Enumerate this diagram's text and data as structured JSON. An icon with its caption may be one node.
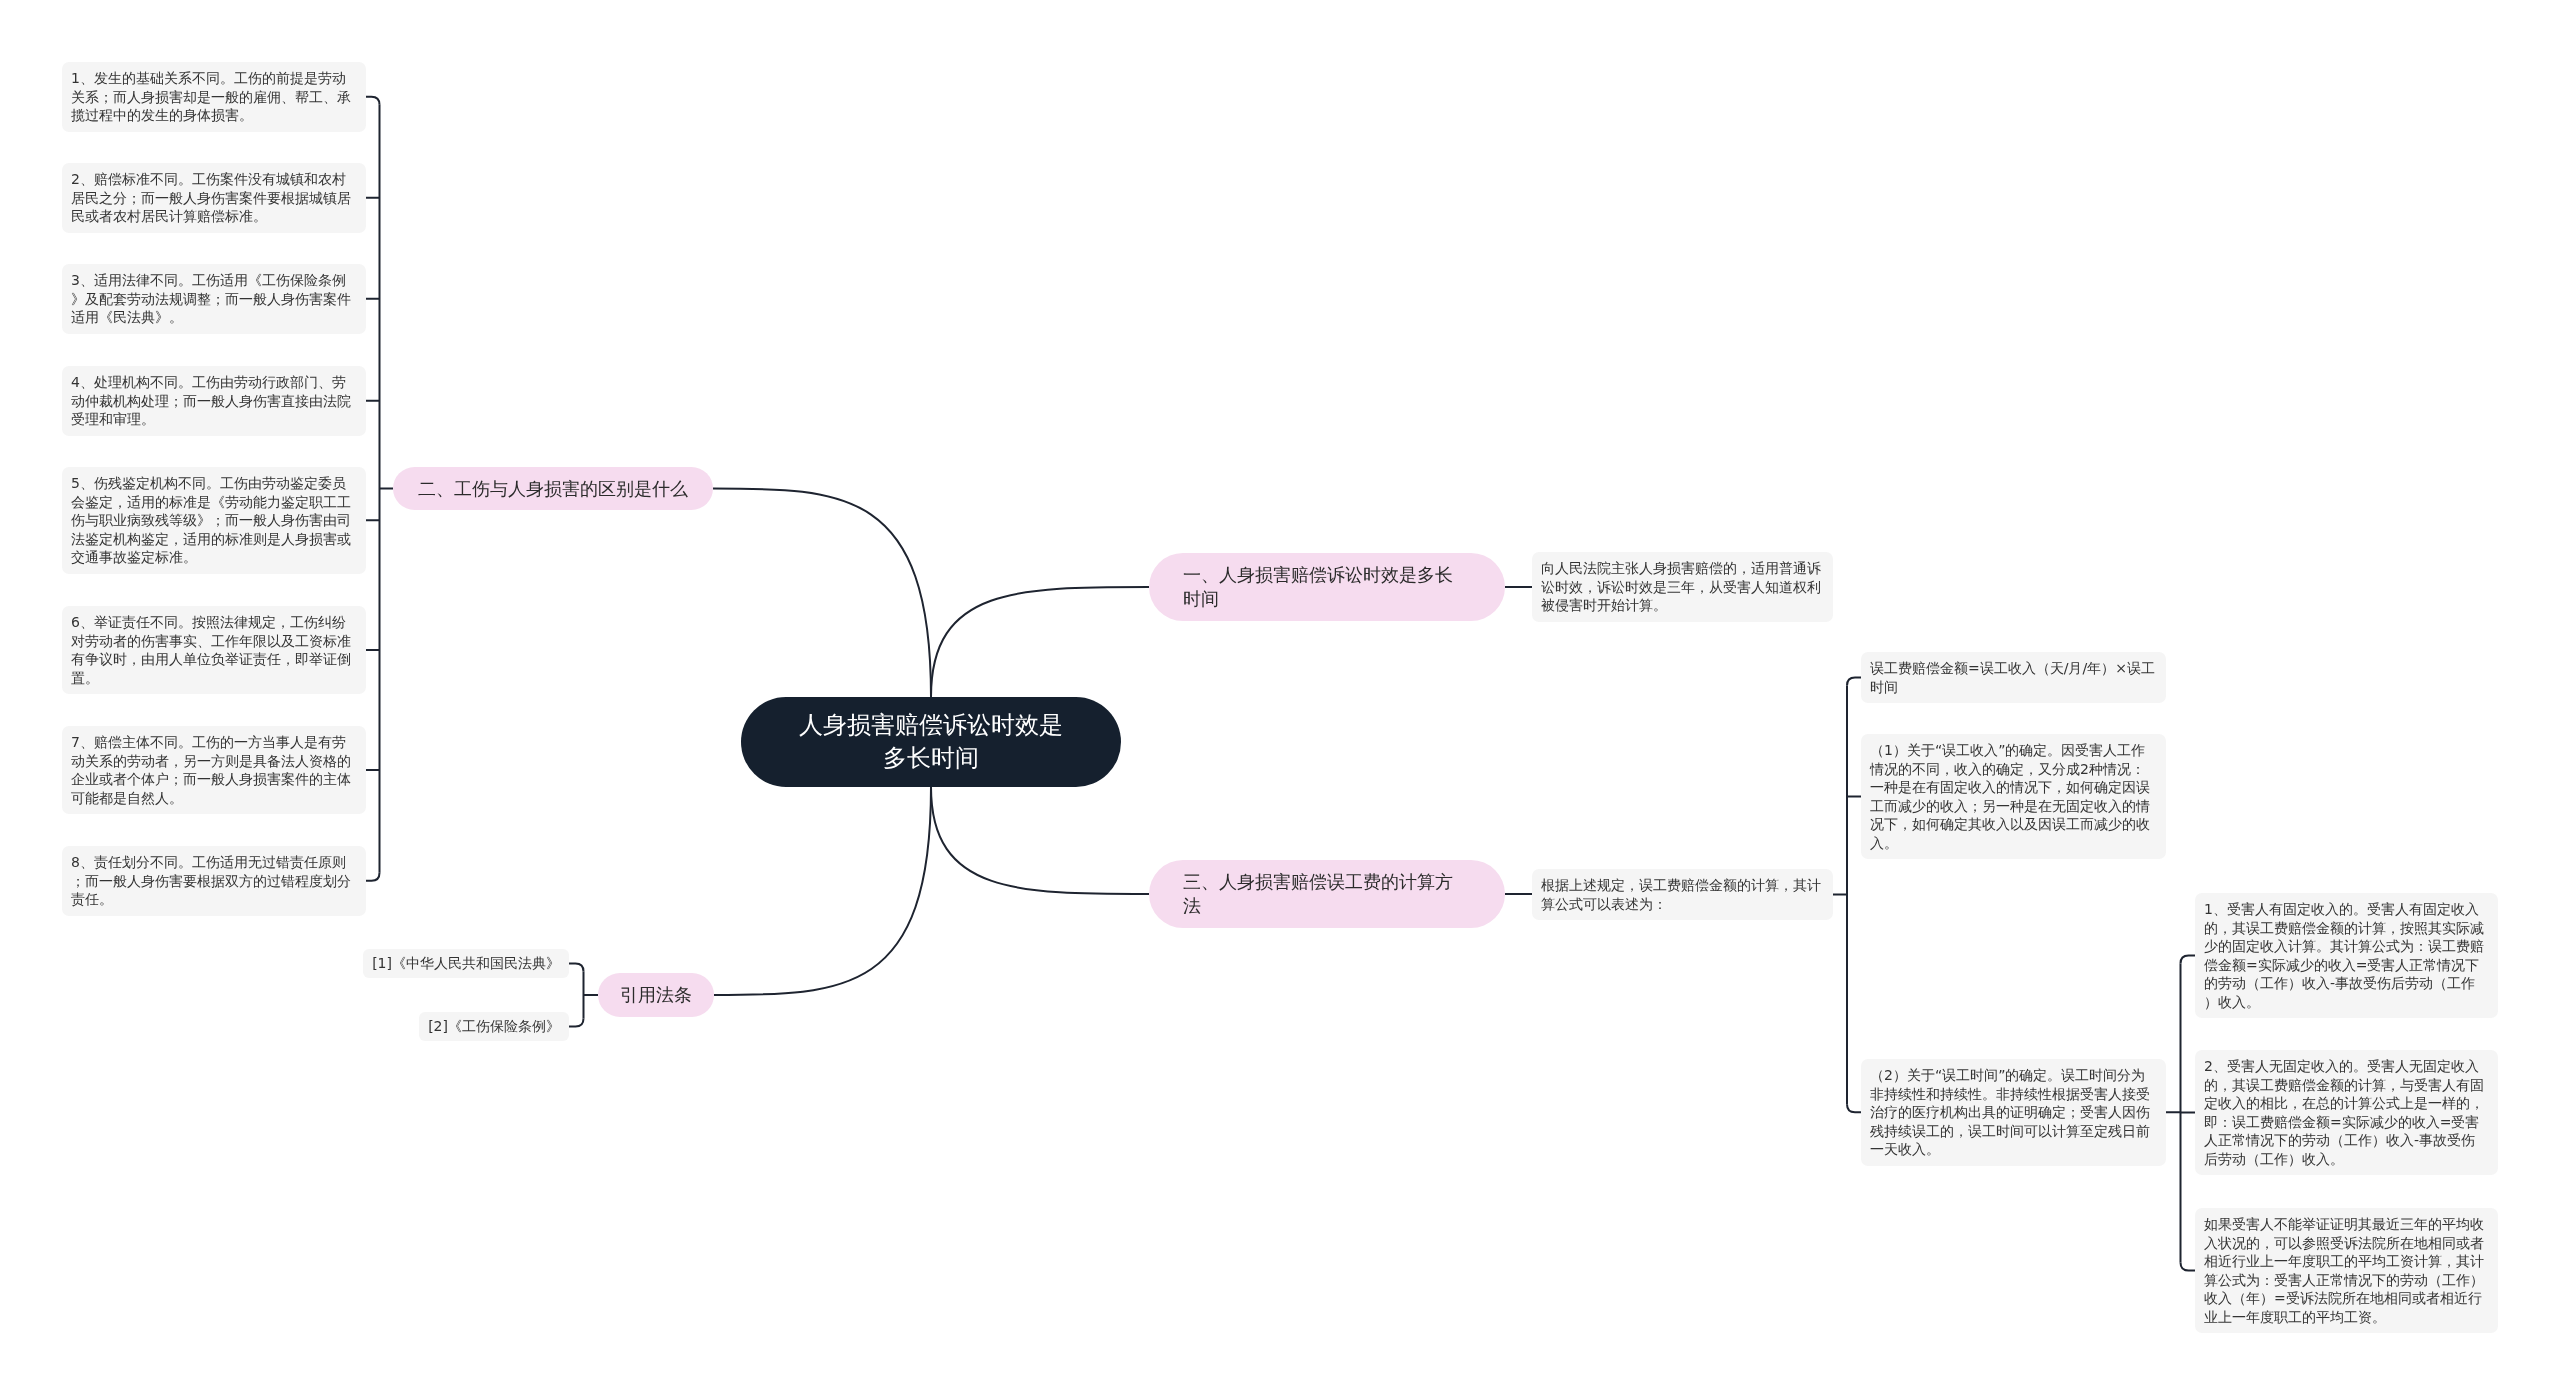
{
  "diagram": {
    "nodes": [
      {
        "text": [
          "人身损害赔偿诉讼时效是多长时间"
        ]
      },
      {
        "text": [
          "一、人身损害赔偿诉讼时效是多长时间"
        ]
      },
      {
        "text": [
          "向人民法院主张人身损害赔偿的，适用普通诉讼时效，诉讼时效是三年，从受害人知道权利被侵害时开始计算。"
        ]
      },
      {
        "text": [
          "二、工伤与人身损害的区别是什么"
        ]
      },
      {
        "text": [
          "1、发生的基础关系不同。工伤的前提是劳动关系；而人身损害却是一般的雇佣、帮工、承揽过程中的发生的身体损害。"
        ]
      },
      {
        "text": [
          "2、赔偿标准不同。工伤案件没有城镇和农村居民之分；而一般人身伤害案件要根据城镇居民或者农村居民计算赔偿标准。"
        ]
      },
      {
        "text": [
          "3、适用法律不同。工伤适用《工伤保险条例》及配套劳动法规调整；而一般人身伤害案件适用《民法典》。"
        ]
      },
      {
        "text": [
          "4、处理机构不同。工伤由劳动行政部门、劳动仲裁机构处理；而一般人身伤害直接由法院受理和审理。"
        ]
      },
      {
        "text": [
          "5、伤残鉴定机构不同。工伤由劳动鉴定委员会鉴定，适用的标准是《劳动能力鉴定职工工伤与职业病致残等级》；而一般人身伤害由司法鉴定机构鉴定，适用的标准则是人身损害或交通事故鉴定标准。"
        ]
      },
      {
        "text": [
          "6、举证责任不同。按照法律规定，工伤纠纷对劳动者的伤害事实、工作年限以及工资标准有争议时，由用人单位负举证责任，即举证倒置。"
        ]
      },
      {
        "text": [
          "7、赔偿主体不同。工伤的一方当事人是有劳动关系的劳动者，另一方则是具备法人资格的企业或者个体户；而一般人身损害案件的主体可能都是自然人。"
        ]
      },
      {
        "text": [
          "8、责任划分不同。工伤适用无过错责任原则；而一般人身伤害要根据双方的过错程度划分责任。"
        ]
      },
      {
        "text": [
          "三、人身损害赔偿误工费的计算方法"
        ]
      },
      {
        "text": [
          "根据上述规定，误工费赔偿金额的计算，其计算公式可以表述为："
        ]
      },
      {
        "text": [
          "误工费赔偿金额=误工收入（天/月/年）×误工时间"
        ]
      },
      {
        "text": [
          "（1）关于“误工收入”的确定。因受害人工作情况的不同，收入的确定，又分成2种情况：一种是在有固定收入的情况下，如何确定因误工而减少的收入；另一种是在无固定收入的情况下，如何确定其收入以及因误工而减少的收入。"
        ]
      },
      {
        "text": [
          "（2）关于“误工时间”的确定。误工时间分为非持续性和持续性。非持续性根据受害人接受治疗的医疗机构出具的证明确定；受害人因伤残持续误工的，误工时间可以计算至定残日前一天收入。"
        ]
      },
      {
        "text": [
          "1、受害人有固定收入的。受害人有固定收入的，其误工费赔偿金额的计算，按照其实际减少的固定收入计算。其计算公式为：误工费赔偿金额=实际减少的收入=受害人正常情况下的劳动（工作）收入-事故受伤后劳动（工作）收入。"
        ]
      },
      {
        "text": [
          "2、受害人无固定收入的。受害人无固定收入的，其误工费赔偿金额的计算，与受害人有固定收入的相比，在总的计算公式上是一样的，即：误工费赔偿金额=实际减少的收入=受害人正常情况下的劳动（工作）收入-事故受伤后劳动（工作）收入。"
        ]
      },
      {
        "text": [
          "如果受害人不能举证证明其最近三年的平均收入状况的，可以参照受诉法院所在地相同或者相近行业上一年度职工的平均工资计算，其计算公式为：受害人正常情况下的劳动（工作）收入（年）=受诉法院所在地相同或者相近行业上一年度职工的平均工资。"
        ]
      },
      {
        "text": [
          "引用法条"
        ]
      },
      {
        "text": [
          "[1]《中华人民共和国民法典》"
        ]
      },
      {
        "text": [
          "[2]《工伤保险条例》"
        ]
      }
    ],
    "edges": [
      {
        "from": 0,
        "to": 1,
        "arrow": "none"
      },
      {
        "from": 1,
        "to": 2,
        "arrow": "none"
      },
      {
        "from": 0,
        "to": 3,
        "arrow": "none"
      },
      {
        "from": 3,
        "to": 4,
        "arrow": "none"
      },
      {
        "from": 3,
        "to": 5,
        "arrow": "none"
      },
      {
        "from": 3,
        "to": 6,
        "arrow": "none"
      },
      {
        "from": 3,
        "to": 7,
        "arrow": "none"
      },
      {
        "from": 3,
        "to": 8,
        "arrow": "none"
      },
      {
        "from": 3,
        "to": 9,
        "arrow": "none"
      },
      {
        "from": 3,
        "to": 10,
        "arrow": "none"
      },
      {
        "from": 3,
        "to": 11,
        "arrow": "none"
      },
      {
        "from": 0,
        "to": 12,
        "arrow": "none"
      },
      {
        "from": 12,
        "to": 13,
        "arrow": "none"
      },
      {
        "from": 13,
        "to": 14,
        "arrow": "none"
      },
      {
        "from": 13,
        "to": 15,
        "arrow": "none"
      },
      {
        "from": 13,
        "to": 16,
        "arrow": "none"
      },
      {
        "from": 16,
        "to": 17,
        "arrow": "none"
      },
      {
        "from": 16,
        "to": 18,
        "arrow": "none"
      },
      {
        "from": 16,
        "to": 19,
        "arrow": "none"
      },
      {
        "from": 0,
        "to": 20,
        "arrow": "none"
      },
      {
        "from": 20,
        "to": 21,
        "arrow": "none"
      },
      {
        "from": 20,
        "to": 22,
        "arrow": "none"
      }
    ]
  }
}
